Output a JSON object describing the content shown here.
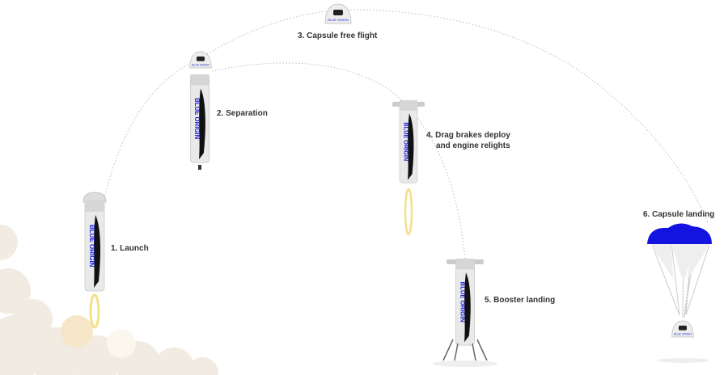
{
  "steps": [
    {
      "label": "1. Launch"
    },
    {
      "label": "2. Separation"
    },
    {
      "label": "3. Capsule free flight"
    },
    {
      "label": "4. Drag brakes deploy",
      "label_line2": "and engine relights"
    },
    {
      "label": "5. Booster landing"
    },
    {
      "label": "6. Capsule landing"
    }
  ],
  "logo_text": "BLUE ORIGIN",
  "colors": {
    "brand_blue": "#1a1fd6",
    "parachute_blue": "#1414e0",
    "trajectory": "#bbbbbb",
    "flame": "#f3e08a",
    "smoke": "#efe6d6"
  }
}
